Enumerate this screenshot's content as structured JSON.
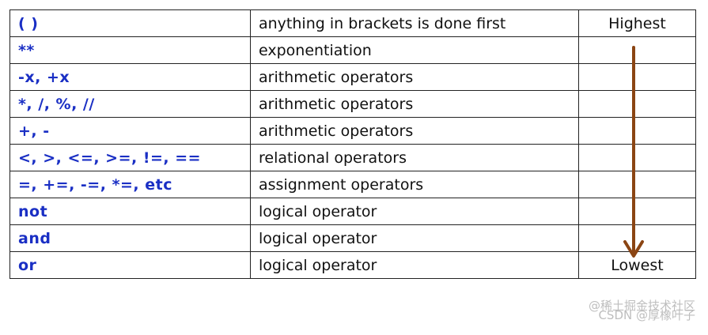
{
  "table": {
    "rows": [
      {
        "operator": "( )",
        "description": "anything in brackets is done first",
        "rank": "Highest"
      },
      {
        "operator": "**",
        "description": "exponentiation",
        "rank": ""
      },
      {
        "operator": "-x, +x",
        "description": "arithmetic operators",
        "rank": ""
      },
      {
        "operator": "*, /, %, //",
        "description": "arithmetic operators",
        "rank": ""
      },
      {
        "operator": "+, -",
        "description": "arithmetic operators",
        "rank": ""
      },
      {
        "operator": "<, >, <=, >=, !=, ==",
        "description": "relational operators",
        "rank": ""
      },
      {
        "operator": "=, +=, -=, *=, etc",
        "description": "assignment operators",
        "rank": ""
      },
      {
        "operator": "not",
        "description": "logical operator",
        "rank": ""
      },
      {
        "operator": "and",
        "description": "logical operator",
        "rank": ""
      },
      {
        "operator": "or",
        "description": "logical operator",
        "rank": "Lowest"
      }
    ]
  },
  "arrow": {
    "icon": "down-arrow-icon",
    "color": "#8b4513"
  },
  "watermark": {
    "line1": "@稀土掘金技术社区",
    "line2": "CSDN @厚橡叶子"
  },
  "colors": {
    "operator_text": "#1a2fc4",
    "body_text": "#111111",
    "border": "#222222"
  }
}
